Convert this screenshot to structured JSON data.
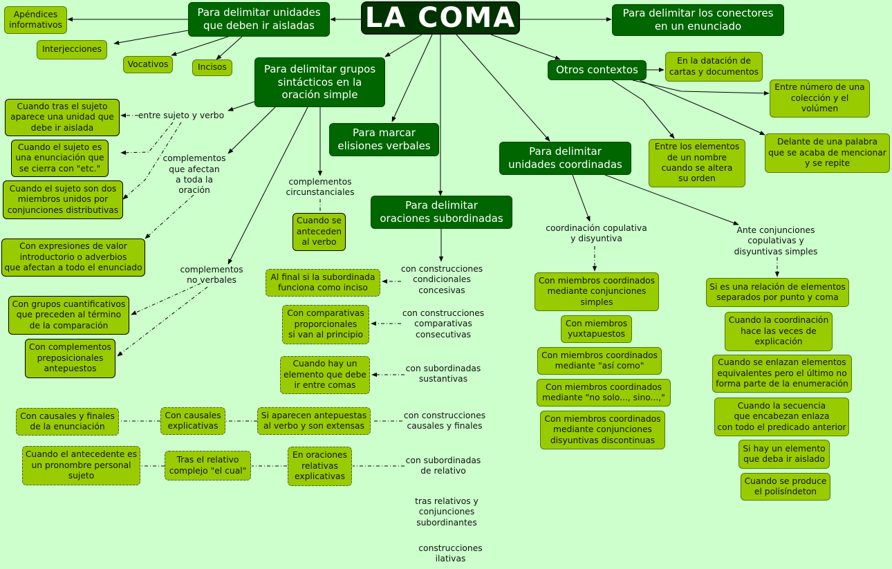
{
  "title": "LA COMA",
  "branches": {
    "aisladas": "Para delimitar unidades\nque deben ir aisladas",
    "conectores": "Para delimitar los conectores\nen un enunciado",
    "grupos": "Para delimitar grupos\nsintácticos en la\noración simple",
    "otros": "Otros contextos",
    "elisiones": "Para marcar\nelisiones verbales",
    "coordinadas": "Para delimitar\nunidades coordinadas",
    "subordinadas": "Para delimitar\noraciones subordinadas"
  },
  "aisladas_items": {
    "apendices": "Apéndices\ninformativos",
    "interjecciones": "Interjecciones",
    "vocativos": "Vocativos",
    "incisos": "Incisos"
  },
  "grupos_items": {
    "entre_sujeto": "entre sujeto y verbo",
    "sujeto_aislada": "Cuando tras el sujeto\naparece una unidad que\ndebe ir aislada",
    "sujeto_etc": "Cuando el sujeto es\nuna enunciación que\nse cierra con \"etc.\"",
    "sujeto_dos": "Cuando el sujeto son dos\nmiembros unidos por\nconjunciones distributivas",
    "complementos_oracion": "complementos\nque afectan\na toda la\noración",
    "expresiones_valor": "Con expresiones de valor\nintroductorio o adverbios\nque afectan a todo el enunciado",
    "complementos_circ": "complementos\ncircunstanciales",
    "anteceden": "Cuando se\nanteceden\nal verbo",
    "no_verbales": "complementos\nno verbales",
    "cuantificativos": "Con grupos cuantificativos\nque preceden al término\nde la comparación",
    "preposicionales": "Con complementos\npreposicionales\nantepuestos"
  },
  "otros_items": {
    "datacion": "En la datación de\ncartas y documentos",
    "numero": "Entre número de una\ncolección y el\nvolúmen",
    "delante": "Delante de una palabra\nque se acaba de mencionar\ny se repite",
    "elementos_nombre": "Entre los elementos\nde un nombre\ncuando se altera\nsu orden"
  },
  "subordinadas_items": {
    "condicionales": "con construcciones\ncondicionales\nconcesivas",
    "final_inciso": "Al final si la subordinada\nfunciona como inciso",
    "comparativas_lbl": "con construcciones\ncomparativas\nconsecutivas",
    "proporcionales": "Con comparativas\nproporcionales\nsi van al principio",
    "sustantivas": "con subordinadas\nsustantivas",
    "elemento_comas": "Cuando hay un\nelemento que debe\nir entre comas",
    "causales_lbl": "con construcciones\ncausales y finales",
    "antepuestas": "Si aparecen antepuestas\nal verbo y son extensas",
    "causales_explicativas": "Con causales\nexplicativas",
    "causales_finales": "Con causales y finales\nde la enunciación",
    "relativo_lbl": "con subordinadas\nde relativo",
    "relativas_explicativas": "En oraciones\nrelativas\nexplicativas",
    "el_cual": "Tras el relativo\ncomplejo \"el cual\"",
    "antecedente": "Cuando el antecedente es\nun pronombre personal\nsujeto",
    "tras_relativos": "tras relativos y\nconjunciones\nsubordinantes",
    "ilativas": "construcciones\nilativas"
  },
  "coordinadas_items": {
    "copulativa_lbl": "coordinación copulativa\ny disyuntiva",
    "ante_lbl": "Ante conjunciones\ncopulativas y\ndisyuntivas simples",
    "simples": "Con miembros coordinados\nmediante conjunciones\nsimples",
    "yuxtapuestos": "Con miembros\nyuxtapuestos",
    "asi_como": "Con miembros coordinados\nmediante \"así como\"",
    "no_solo": "Con miembros coordinados\nmediante \"no solo..., sino...,\"",
    "discontinuas": "Con miembros coordinados\nmediante conjunciones\ndisyuntivas discontinuas",
    "punto_coma": "Si es una relación de elementos\nseparados por punto y coma",
    "veces_explicacion": "Cuando la coordinación\nhace las veces de\nexplicación",
    "equivalentes": "Cuando se enlazan elementos\nequivalentes pero el último no\nforma parte de la enumeración",
    "secuencia": "Cuando la secuencia\nque encabezan enlaza\ncon todo el predicado anterior",
    "aislado": "Si hay un elemento\nque deba ir aislado",
    "polisindeton": "Cuando se produce\nel polisíndeton"
  },
  "colors": {
    "background": "#ccffcc",
    "main_node": "#006600",
    "title_node": "#003300",
    "leaf_node": "#99cc00"
  }
}
